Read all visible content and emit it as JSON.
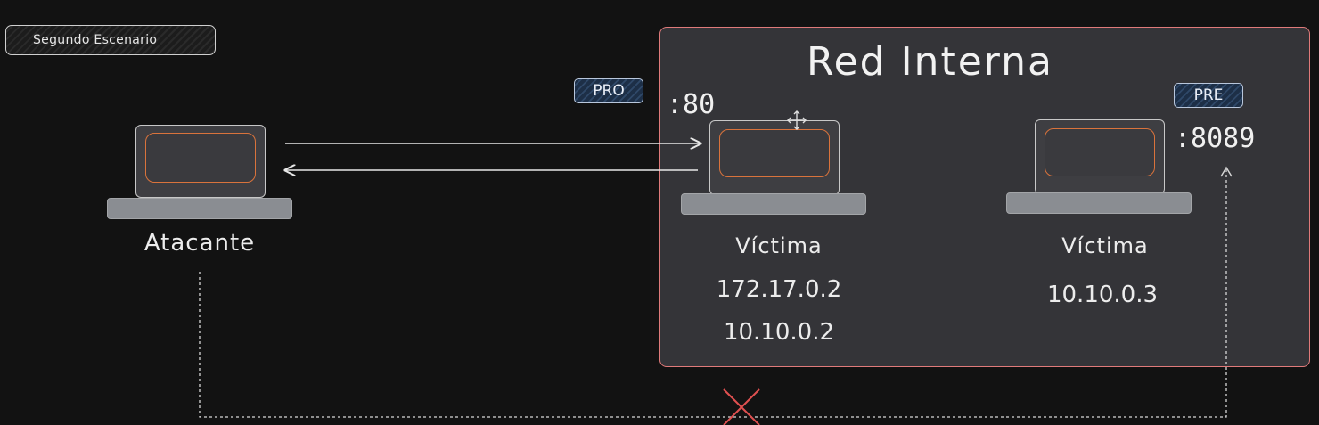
{
  "scenario_label": "Segundo Escenario",
  "network": {
    "title": "Red Interna",
    "border_color": "#e07a7a"
  },
  "tags": {
    "pro": "PRO",
    "pre": "PRE"
  },
  "ports": {
    "victim1": ":80",
    "victim2": ":8089"
  },
  "nodes": {
    "attacker": {
      "label": "Atacante"
    },
    "victim1": {
      "label": "Víctima",
      "ips": [
        "172.17.0.2",
        "10.10.0.2"
      ]
    },
    "victim2": {
      "label": "Víctima",
      "ips": [
        "10.10.0.3"
      ]
    }
  },
  "colors": {
    "background": "#121212",
    "screen_accent": "#d9733c",
    "blocked_marker": "#e05050"
  }
}
